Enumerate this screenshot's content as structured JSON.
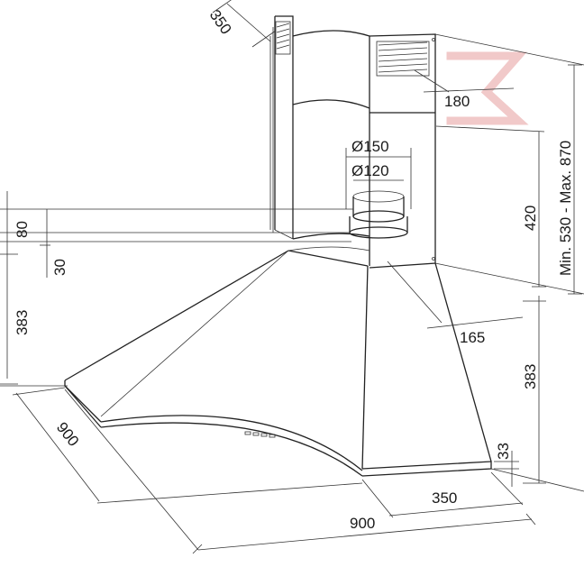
{
  "diagram": {
    "watermark_color": "#f1c9c9",
    "line_color": "#222222",
    "labels": {
      "chimney_depth": "350",
      "vent_width": "180",
      "height_range": "Min. 530 - Max. 870",
      "upper_section": "420",
      "outer_diameter": "Ø150",
      "inner_diameter": "Ø120",
      "outlet_height": "80",
      "outlet_offset": "30",
      "left_height": "383",
      "right_height": "383",
      "outlet_depth": "165",
      "front_rim": "33",
      "hood_side": "900",
      "hood_front": "900",
      "base_depth": "350"
    }
  }
}
